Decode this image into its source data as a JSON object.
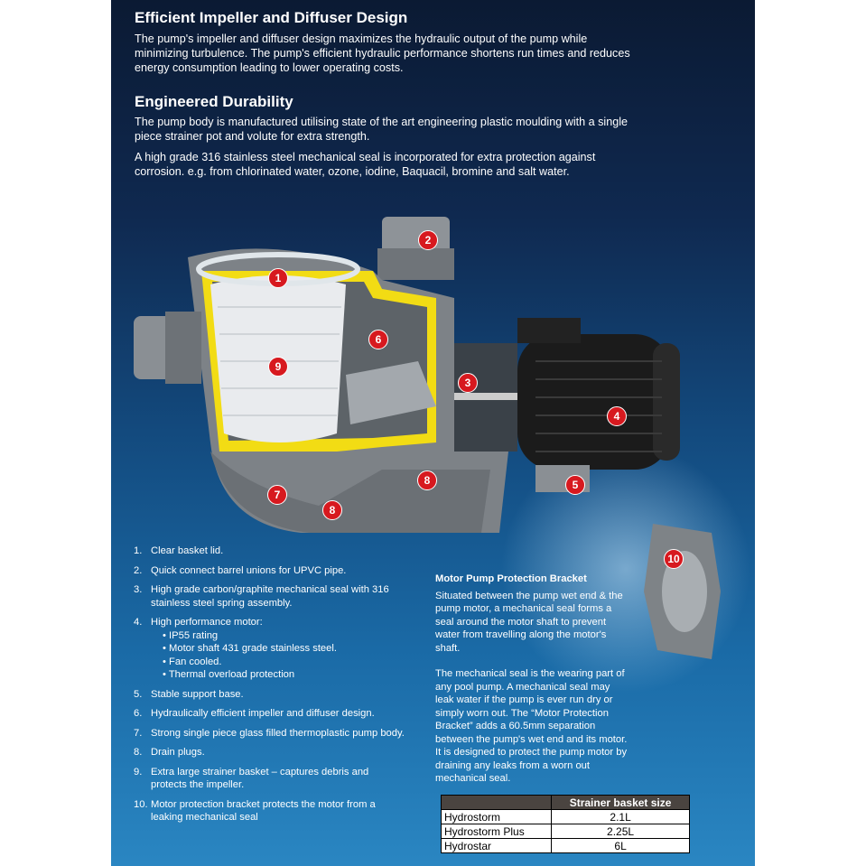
{
  "sections": [
    {
      "title": "Efficient Impeller and Diffuser Design",
      "paragraphs": [
        "The pump's impeller and diffuser design maximizes the hydraulic output of the pump while minimizing turbulence. The pump's efficient hydraulic performance shortens run times and reduces energy consumption leading to lower operating costs."
      ]
    },
    {
      "title": "Engineered Durability",
      "paragraphs": [
        "The pump body is manufactured utilising state of the art engineering plastic moulding with a single piece strainer pot and volute for extra strength.",
        "A high grade 316 stainless steel mechanical seal is incorporated for extra protection against corrosion. e.g. from chlorinated water, ozone, iodine, Baquacil, bromine and salt water."
      ]
    }
  ],
  "markers": [
    "1",
    "2",
    "3",
    "4",
    "5",
    "6",
    "7",
    "8",
    "8",
    "9",
    "10"
  ],
  "features": [
    {
      "n": "1.",
      "text": "Clear basket lid."
    },
    {
      "n": "2.",
      "text": "Quick connect barrel unions for UPVC pipe."
    },
    {
      "n": "3.",
      "text": "High grade carbon/graphite mechanical seal with 316 stainless steel spring assembly."
    },
    {
      "n": "4.",
      "text": "High performance motor:",
      "bullets": [
        "IP55 rating",
        "Motor shaft 431 grade stainless steel.",
        "Fan cooled.",
        "Thermal overload protection"
      ]
    },
    {
      "n": "5.",
      "text": "Stable support base."
    },
    {
      "n": "6.",
      "text": "Hydraulically efficient impeller and diffuser design."
    },
    {
      "n": "7.",
      "text": "Strong single piece glass filled thermoplastic pump body."
    },
    {
      "n": "8.",
      "text": "Drain plugs."
    },
    {
      "n": "9.",
      "text": "Extra large strainer basket – captures debris and protects the impeller."
    },
    {
      "n": "10.",
      "text": "Motor protection bracket protects the motor from a leaking mechanical seal"
    }
  ],
  "bracket": {
    "title": "Motor Pump Protection Bracket",
    "p1": "Situated between the pump wet end & the pump motor, a mechanical seal forms a seal around the motor shaft to prevent water from travelling along the motor's shaft.",
    "p2": "The mechanical seal is the wearing part of any pool pump. A mechanical seal may leak water if the pump is ever run dry or simply worn out. The “Motor Protection Bracket” adds a 60.5mm separation between the pump's wet end and its motor. It is designed to protect the pump motor by draining any leaks from a worn out mechanical seal."
  },
  "table": {
    "header": [
      "",
      "Strainer basket size"
    ],
    "rows": [
      [
        "Hydrostorm",
        "2.1L"
      ],
      [
        "Hydrostorm Plus",
        "2.25L"
      ],
      [
        "Hydrostar",
        "6L"
      ]
    ]
  }
}
